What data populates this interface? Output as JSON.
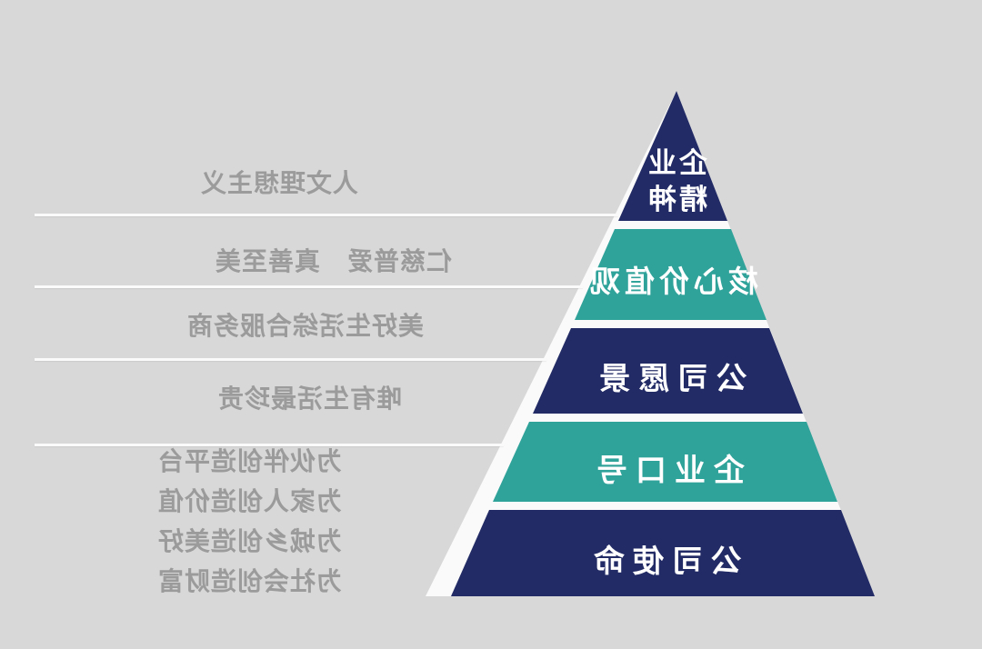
{
  "colors": {
    "background": "#d8d8d8",
    "navy": "#222b65",
    "teal": "#2fa29a",
    "annotation_text": "#9b9b9b",
    "line": "#fafafa",
    "side_face": "#fafafa"
  },
  "pyramid": {
    "tiers": [
      {
        "name": "enterprise-spirit",
        "label": "企业\n精神",
        "color": "#222b65"
      },
      {
        "name": "core-values",
        "label": "核心价值观",
        "color": "#2fa29a"
      },
      {
        "name": "company-vision",
        "label": "公司愿景",
        "color": "#222b65"
      },
      {
        "name": "enterprise-slogan",
        "label": "企业口号",
        "color": "#2fa29a"
      },
      {
        "name": "company-mission",
        "label": "公司使命",
        "color": "#222b65"
      }
    ]
  },
  "annotations": {
    "spirit": "人文理想主义",
    "values": "仁慈普爱　真善至美",
    "vision": "美好生活综合服务商",
    "slogan": "唯有生活最珍贵",
    "mission": [
      "为伙伴创造平台",
      "为家人创造价值",
      "为城乡创造美好",
      "为社会创造财富"
    ]
  }
}
